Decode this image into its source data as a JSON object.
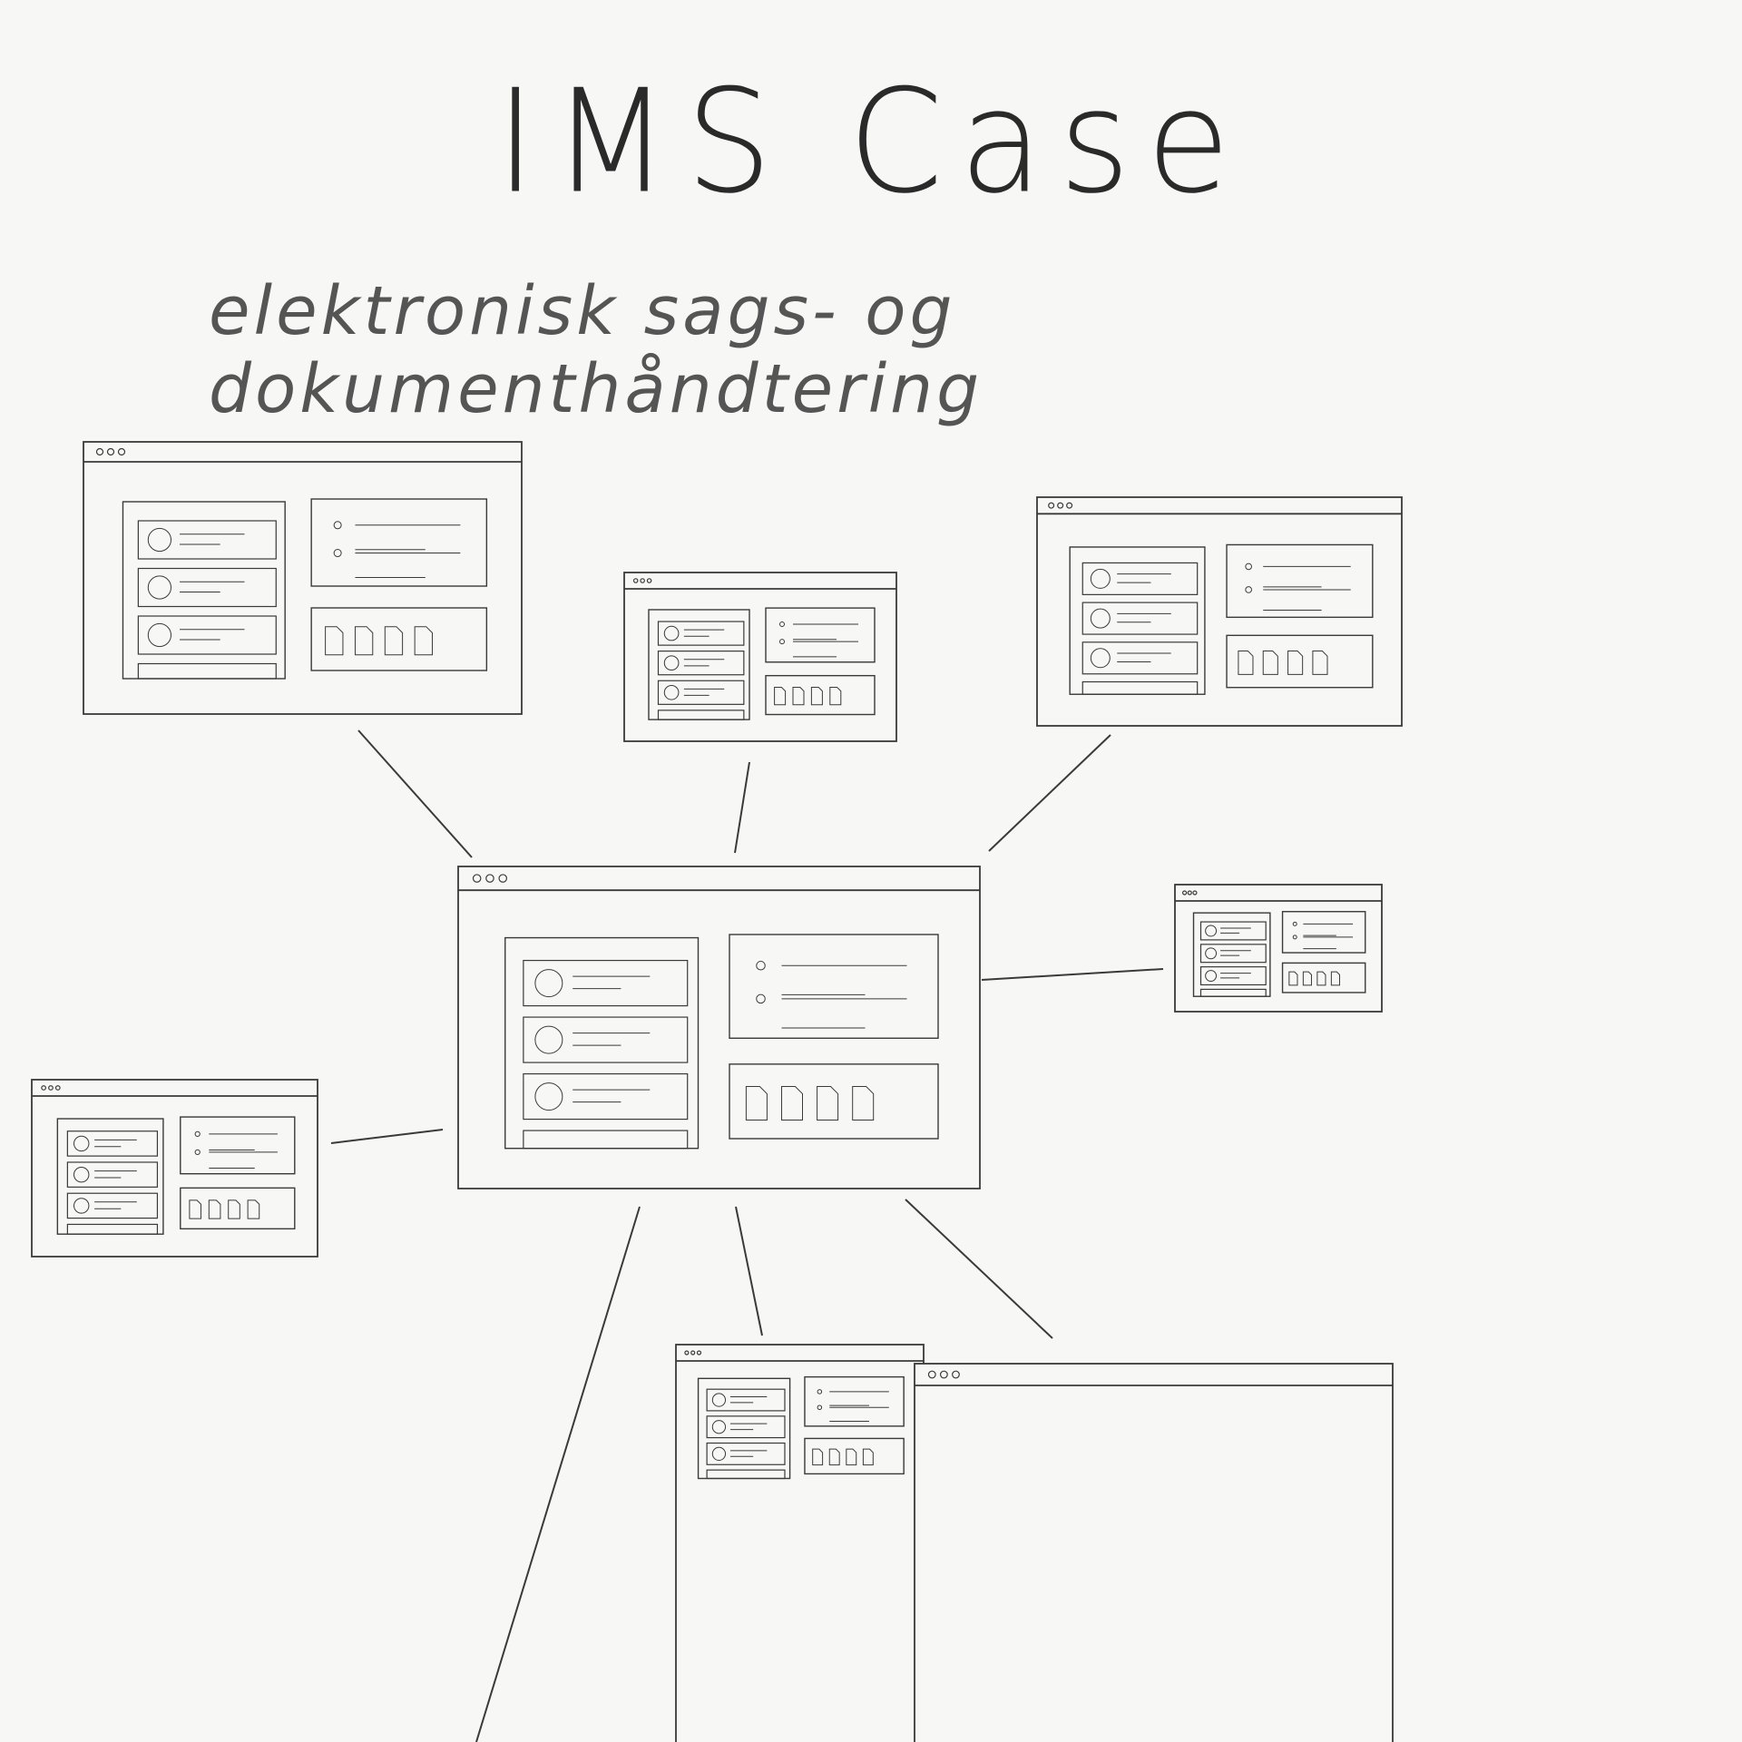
{
  "header": {
    "title": "IMS Case",
    "subtitle": "elektronisk sags- og dokumenthåndtering"
  },
  "diagram": {
    "hub": "center-window",
    "window_count": 8,
    "stroke_color": "#3a3a3a",
    "background_color": "#f7f7f5"
  }
}
